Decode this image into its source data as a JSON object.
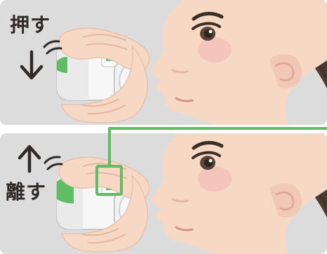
{
  "instructions": {
    "top_panel": {
      "label": "押す",
      "direction": "down"
    },
    "bottom_panel": {
      "label": "離す",
      "direction": "up"
    }
  },
  "colors": {
    "panel_bg": "#dcdcdc",
    "skin": "#f6d8c5",
    "hair": "#4d3b31",
    "inhaler": "#f7f7f7",
    "highlight_green": "#5fbd63",
    "text": "#2f2a27"
  }
}
